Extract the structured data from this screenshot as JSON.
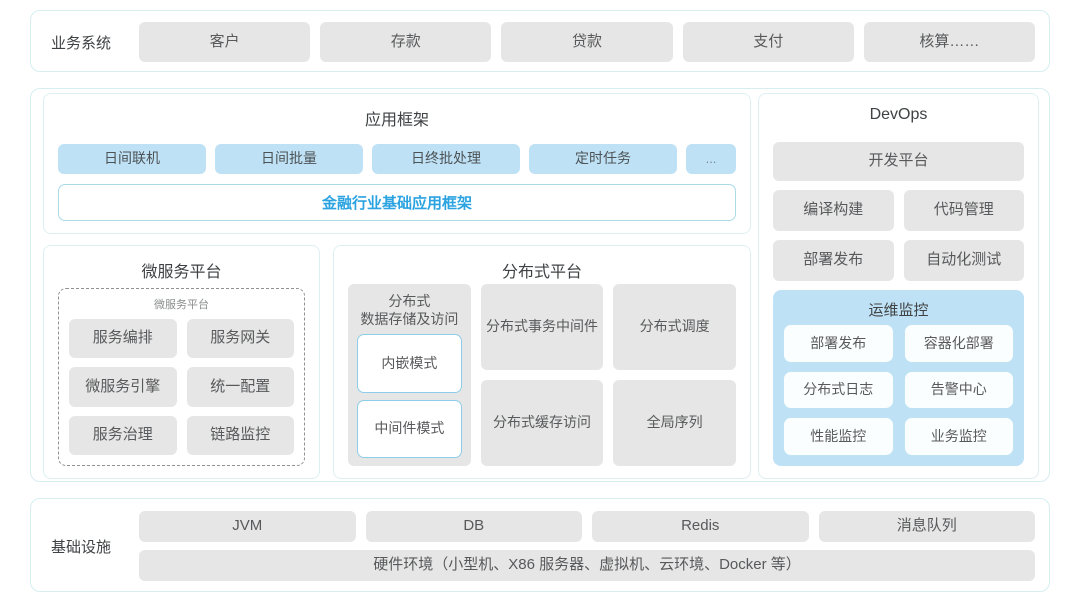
{
  "business_systems": {
    "label": "业务系统",
    "items": [
      "客户",
      "存款",
      "贷款",
      "支付",
      "核算……"
    ]
  },
  "app_framework": {
    "title": "应用框架",
    "items": [
      "日间联机",
      "日间批量",
      "日终批处理",
      "定时任务",
      "..."
    ],
    "base_framework": "金融行业基础应用框架",
    "base_color": "#2aa3e0"
  },
  "microservice_platform": {
    "title": "微服务平台",
    "inner_title": "微服务平台",
    "items": [
      "服务编排",
      "服务网关",
      "微服务引擎",
      "统一配置",
      "服务治理",
      "链路监控"
    ]
  },
  "distributed_platform": {
    "title": "分布式平台",
    "storage": {
      "caption": "分布式\n数据存储及访问",
      "caption_line1": "分布式",
      "caption_line2": "数据存储及访问",
      "modes": [
        "内嵌模式",
        "中间件模式"
      ]
    },
    "column2": {
      "top_line1": "分布式",
      "top_line2": "事务中间件",
      "bottom_line1": "分布式",
      "bottom_line2": "缓存访问"
    },
    "column3": {
      "top": "分布式调度",
      "bottom": "全局序列"
    }
  },
  "devops": {
    "title": "DevOps",
    "platform": "开发平台",
    "items": [
      "编译构建",
      "代码管理",
      "部署发布",
      "自动化测试"
    ],
    "ops_monitor": {
      "title": "运维监控",
      "items": [
        "部署发布",
        "容器化部署",
        "分布式日志",
        "告警中心",
        "性能监控",
        "业务监控"
      ]
    }
  },
  "infrastructure": {
    "label": "基础设施",
    "items": [
      "JVM",
      "DB",
      "Redis",
      "消息队列"
    ],
    "hardware": "硬件环境（小型机、X86 服务器、虚拟机、云环境、Docker 等）"
  },
  "theme": {
    "border": "#d7eef1",
    "chip_gray": "#e6e6e6",
    "chip_blue": "#bfe1f5",
    "text": "#58595b"
  }
}
